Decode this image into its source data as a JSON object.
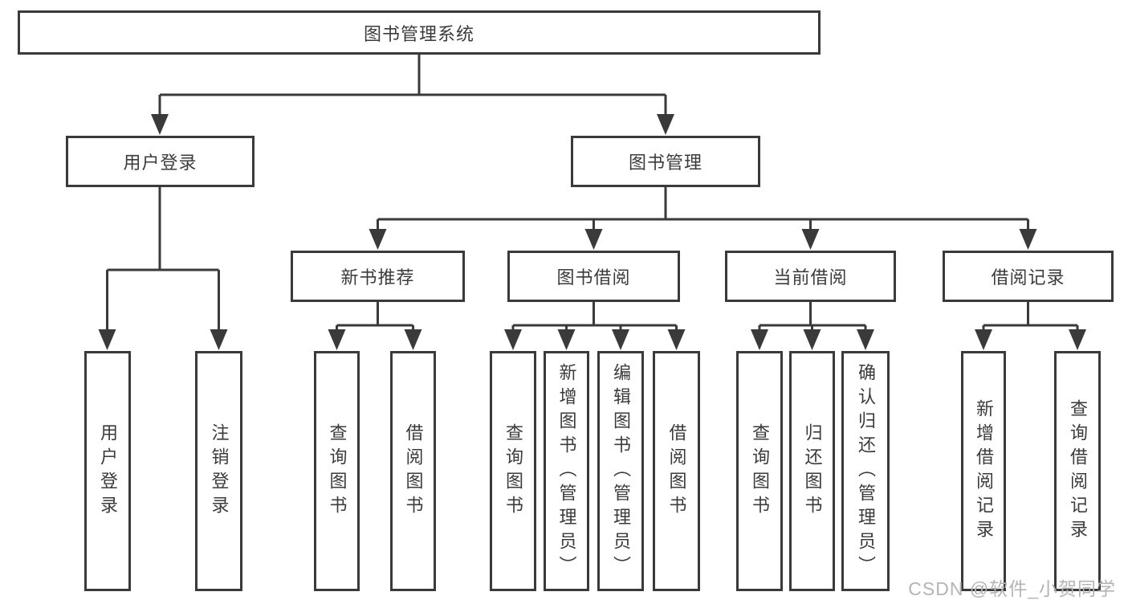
{
  "diagram": {
    "root": {
      "label": "图书管理系统"
    },
    "branches": [
      {
        "label": "用户登录",
        "children": [
          {
            "label": "用户登录"
          },
          {
            "label": "注销登录"
          }
        ]
      },
      {
        "label": "图书管理",
        "groups": [
          {
            "label": "新书推荐",
            "children": [
              {
                "label": "查询图书"
              },
              {
                "label": "借阅图书"
              }
            ]
          },
          {
            "label": "图书借阅",
            "children": [
              {
                "label": "查询图书"
              },
              {
                "label": "新增图书（管理员）"
              },
              {
                "label": "编辑图书（管理员）"
              },
              {
                "label": "借阅图书"
              }
            ]
          },
          {
            "label": "当前借阅",
            "children": [
              {
                "label": "查询图书"
              },
              {
                "label": "归还图书"
              },
              {
                "label": "确认归还（管理员）"
              }
            ]
          },
          {
            "label": "借阅记录",
            "children": [
              {
                "label": "新增借阅记录"
              },
              {
                "label": "查询借阅记录"
              }
            ]
          }
        ]
      }
    ]
  },
  "watermark": {
    "text": "CSDN @软件_小贺同学"
  },
  "colors": {
    "line": "#3a3a3a",
    "text": "#3b3b3b",
    "box_background": "#ffffff",
    "watermark": "#b4b4b4"
  }
}
